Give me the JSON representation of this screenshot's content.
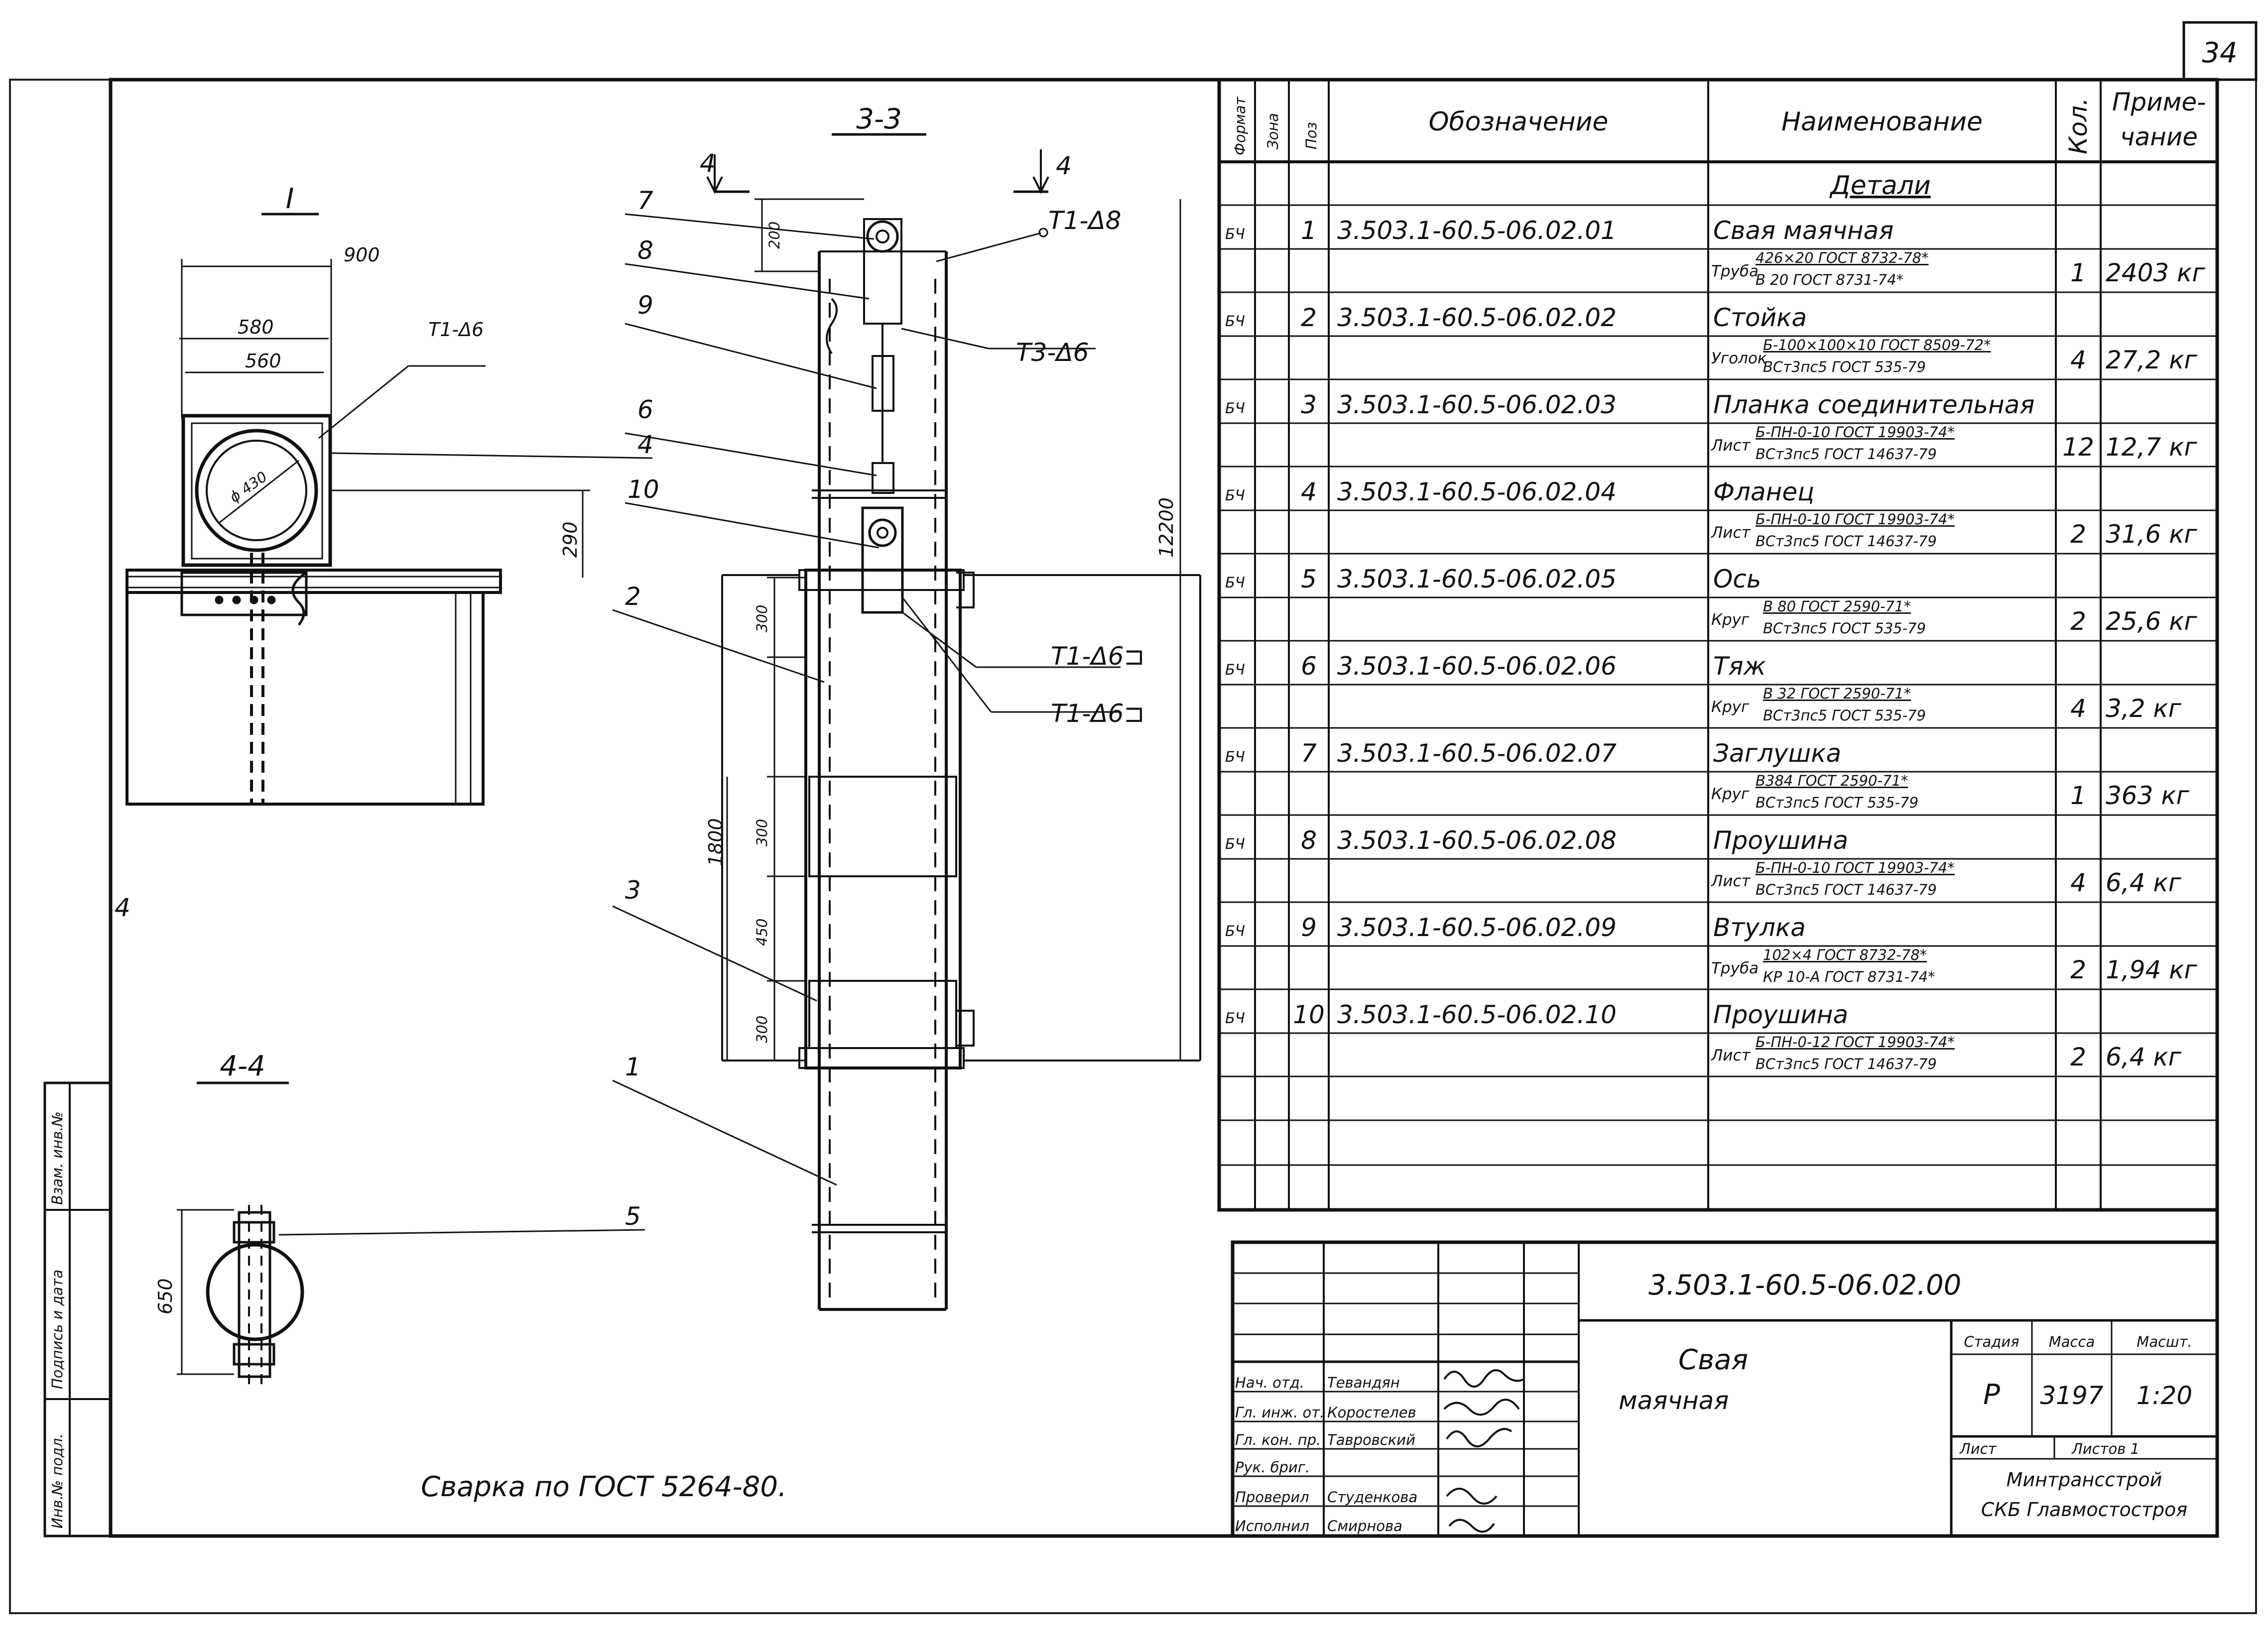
{
  "sheet_number": "34",
  "spec_table": {
    "headers": {
      "format": "Формат",
      "zone": "Зона",
      "pos": "Поз",
      "designation": "Обозначение",
      "name": "Наименование",
      "qty": "Кол.",
      "note_1": "Приме-",
      "note_2": "чание"
    },
    "section_title": "Детали",
    "rows": [
      {
        "fmt": "БЧ",
        "pos": "1",
        "designation": "3.503.1-60.5-06.02.01",
        "name": "Свая маячная",
        "mat_prefix": "Труба",
        "mat_top": "426×20 ГОСТ 8732-78*",
        "mat_bot": "В 20 ГОСТ 8731-74*",
        "qty": "1",
        "note": "2403 кг"
      },
      {
        "fmt": "БЧ",
        "pos": "2",
        "designation": "3.503.1-60.5-06.02.02",
        "name": "Стойка",
        "mat_prefix": "Уголок",
        "mat_top": "Б-100×100×10 ГОСТ 8509-72*",
        "mat_bot": "ВСт3пс5 ГОСТ 535-79",
        "qty": "4",
        "note": "27,2 кг"
      },
      {
        "fmt": "БЧ",
        "pos": "3",
        "designation": "3.503.1-60.5-06.02.03",
        "name": "Планка соединительная",
        "mat_prefix": "Лист",
        "mat_top": "Б-ПН-0-10 ГОСТ 19903-74*",
        "mat_bot": "ВСт3пс5 ГОСТ 14637-79",
        "qty": "12",
        "note": "12,7 кг"
      },
      {
        "fmt": "БЧ",
        "pos": "4",
        "designation": "3.503.1-60.5-06.02.04",
        "name": "Фланец",
        "mat_prefix": "Лист",
        "mat_top": "Б-ПН-0-10 ГОСТ 19903-74*",
        "mat_bot": "ВСт3пс5 ГОСТ 14637-79",
        "qty": "2",
        "note": "31,6 кг"
      },
      {
        "fmt": "БЧ",
        "pos": "5",
        "designation": "3.503.1-60.5-06.02.05",
        "name": "Ось",
        "mat_prefix": "Круг",
        "mat_top": "В 80 ГОСТ 2590-71*",
        "mat_bot": "ВСт3пс5 ГОСТ 535-79",
        "qty": "2",
        "note": "25,6 кг"
      },
      {
        "fmt": "БЧ",
        "pos": "6",
        "designation": "3.503.1-60.5-06.02.06",
        "name": "Тяж",
        "mat_prefix": "Круг",
        "mat_top": "В 32 ГОСТ 2590-71*",
        "mat_bot": "ВСт3пс5 ГОСТ 535-79",
        "qty": "4",
        "note": "3,2 кг"
      },
      {
        "fmt": "БЧ",
        "pos": "7",
        "designation": "3.503.1-60.5-06.02.07",
        "name": "Заглушка",
        "mat_prefix": "Круг",
        "mat_top": "В384 ГОСТ 2590-71*",
        "mat_bot": "ВСт3пс5 ГОСТ 535-79",
        "qty": "1",
        "note": "363 кг"
      },
      {
        "fmt": "БЧ",
        "pos": "8",
        "designation": "3.503.1-60.5-06.02.08",
        "name": "Проушина",
        "mat_prefix": "Лист",
        "mat_top": "Б-ПН-0-10 ГОСТ 19903-74*",
        "mat_bot": "ВСт3пс5 ГОСТ 14637-79",
        "qty": "4",
        "note": "6,4 кг"
      },
      {
        "fmt": "БЧ",
        "pos": "9",
        "designation": "3.503.1-60.5-06.02.09",
        "name": "Втулка",
        "mat_prefix": "Труба",
        "mat_top": "102×4 ГОСТ 8732-78*",
        "mat_bot": "КР 10-А ГОСТ 8731-74*",
        "qty": "2",
        "note": "1,94 кг"
      },
      {
        "fmt": "БЧ",
        "pos": "10",
        "designation": "3.503.1-60.5-06.02.10",
        "name": "Проушина",
        "mat_prefix": "Лист",
        "mat_top": "Б-ПН-0-12 ГОСТ 19903-74*",
        "mat_bot": "ВСт3пс5 ГОСТ 14637-79",
        "qty": "2",
        "note": "6,4 кг"
      }
    ]
  },
  "title_block": {
    "doc_code": "3.503.1-60.5-06.02.00",
    "title_1": "Свая",
    "title_2": "маячная",
    "stage_label": "Стадия",
    "mass_label": "Масса",
    "scale_label": "Масшт.",
    "stage": "Р",
    "mass": "3197",
    "scale": "1:20",
    "sheet_label": "Лист",
    "sheets_label": "Листов 1",
    "org_1": "Минтрансстрой",
    "org_2": "СКБ Главмостостроя",
    "people": [
      {
        "role": "Нач. отд.",
        "name": "Тевандян"
      },
      {
        "role": "Гл. инж. от.",
        "name": "Коростелев"
      },
      {
        "role": "Гл. кон. пр.",
        "name": "Тавровский"
      },
      {
        "role": "Рук. бриг.",
        "name": ""
      },
      {
        "role": "Проверил",
        "name": "Студенкова"
      },
      {
        "role": "Исполнил",
        "name": "Смирнова"
      }
    ]
  },
  "side_stamp": {
    "inv_dubl": "Взам. инв.№",
    "signature_date": "Подпись и дата",
    "inv_orig": "Инв.№ подл."
  },
  "drawing": {
    "view_I": "I",
    "section_33": "3-3",
    "section_44": "4-4",
    "cut_mark": "4",
    "cut_left": "4",
    "weld_note": "Сварка по ГОСТ 5264-80.",
    "dims": {
      "d900": "900",
      "d580": "580",
      "d560": "560",
      "d430": "ϕ 430",
      "d290": "290",
      "d200": "200",
      "d12200": "12200",
      "d1800": "1800",
      "d300a": "300",
      "d300b": "300",
      "d450": "450",
      "d300c": "300",
      "d650": "650"
    },
    "welds": {
      "w1": "Т1-Δ6",
      "w2": "Т1-Δ8",
      "w3": "Т3-Δ6",
      "w4": "Т1-Δ6⊐",
      "w5": "Т1-Δ6⊐"
    },
    "callouts": [
      "7",
      "8",
      "9",
      "6",
      "4",
      "10",
      "2",
      "3",
      "1",
      "5"
    ]
  }
}
